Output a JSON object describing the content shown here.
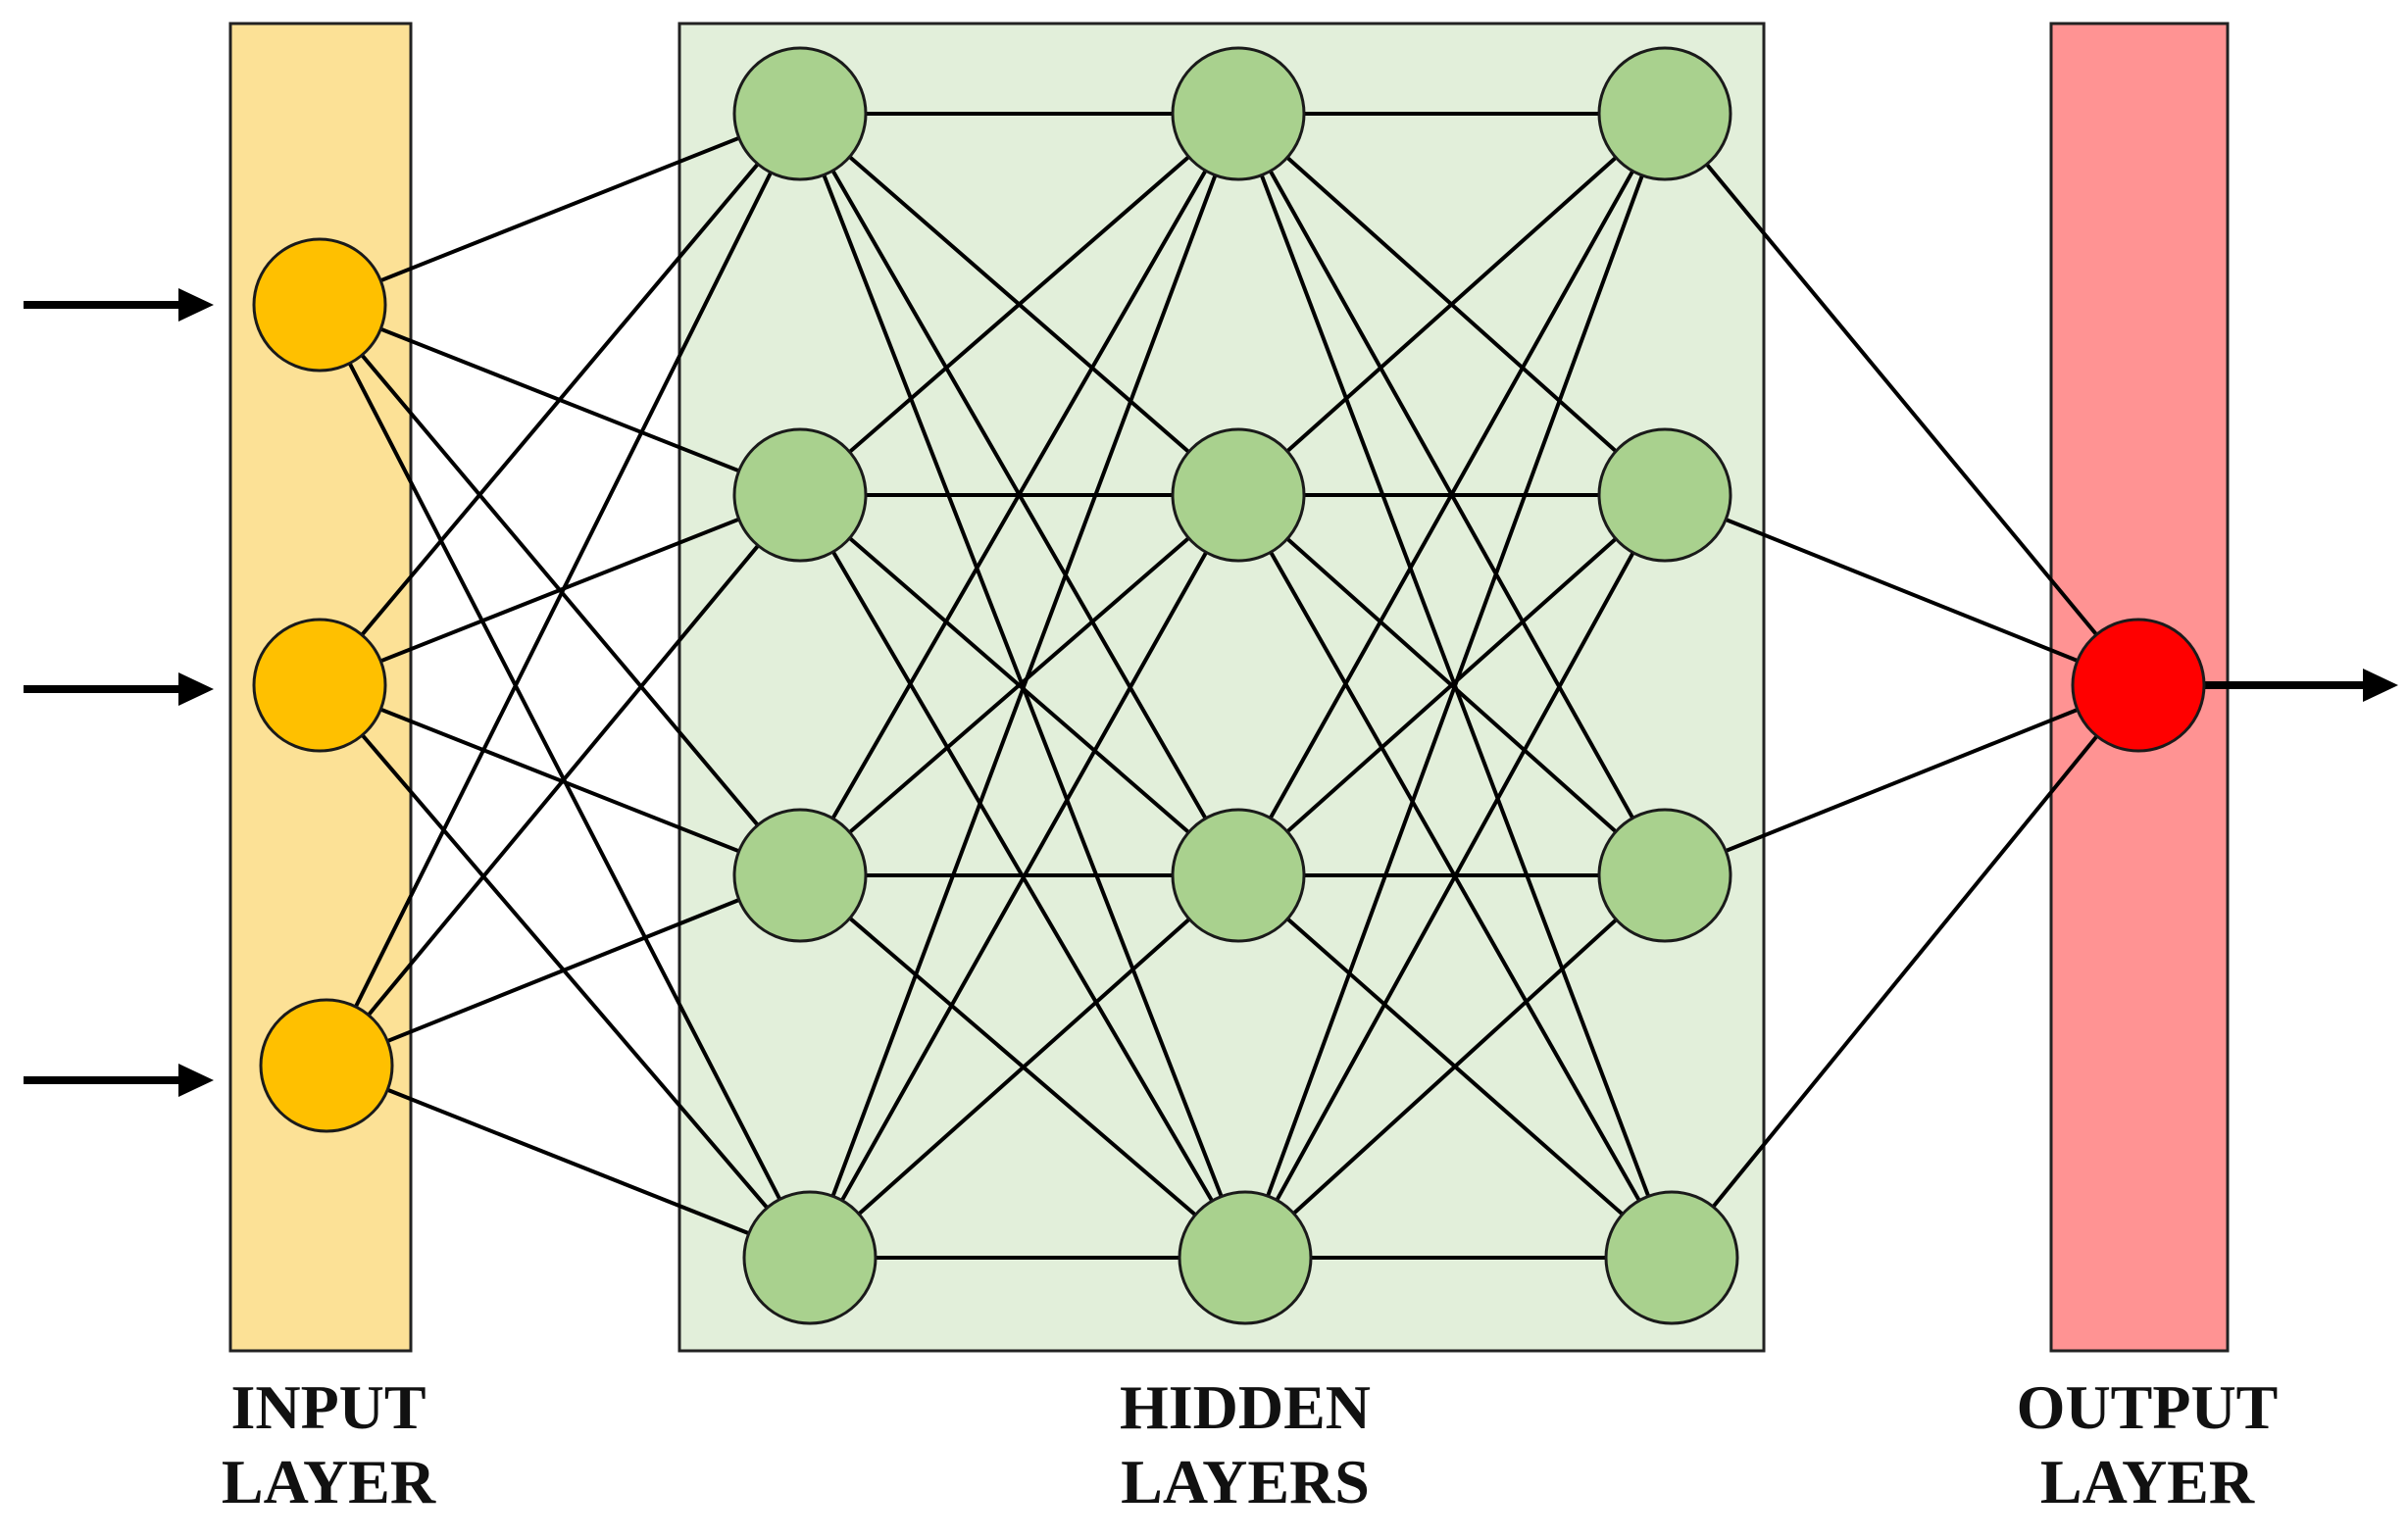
{
  "layers": [
    {
      "id": "input",
      "label_line1": "INPUT",
      "label_line2": "LAYER",
      "fill": "#FCE196",
      "node_fill": "#FFC000",
      "node_count": 3
    },
    {
      "id": "hidden",
      "label_line1": "HIDDEN",
      "label_line2": "LAYERS",
      "fill": "#E2EFDA",
      "node_fill": "#A9D18E",
      "layer_count": 3,
      "nodes_per_layer": 4
    },
    {
      "id": "output",
      "label_line1": "OUTPUT",
      "label_line2": "LAYER",
      "fill": "#FF9393",
      "node_fill": "#FF0000",
      "node_count": 1
    }
  ],
  "connectivity": "fully-connected",
  "input_arrow_count": 3,
  "output_arrow_count": 1,
  "colors": {
    "stroke": "#000000",
    "node_outline": "#1a1a1a"
  }
}
